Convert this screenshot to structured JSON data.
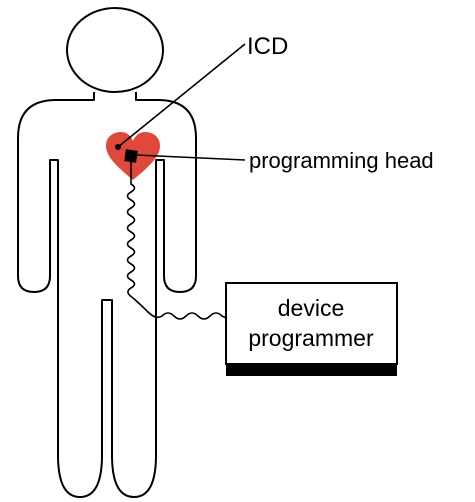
{
  "labels": {
    "icd": "ICD",
    "programming_head": "programming head",
    "device_programmer_line1": "device",
    "device_programmer_line2": "programmer"
  },
  "colors": {
    "outline": "#000000",
    "heart": "#e0483c",
    "background": "#ffffff"
  },
  "icons": {
    "body": "human-body-outline",
    "heart": "heart",
    "device": "device-programmer-box"
  }
}
